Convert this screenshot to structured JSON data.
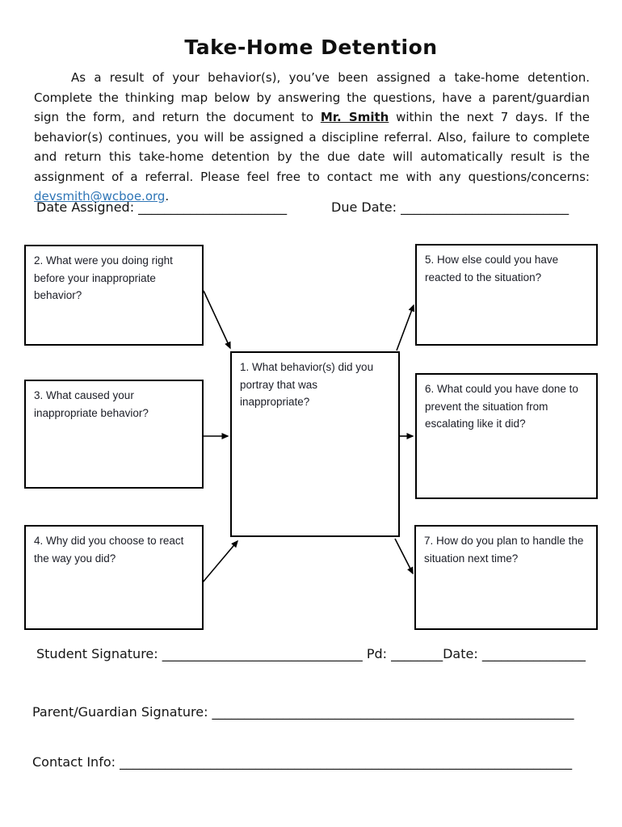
{
  "page": {
    "title": "Take-Home Detention"
  },
  "intro": {
    "p1": "As a result of your behavior(s), you’ve been assigned a take-home detention. Complete the thinking map below by answering the questions, have a parent/guardian sign the form, and return the document to ",
    "teacher_name": "Mr. Smith",
    "p2": " within the next 7 days. If the behavior(s) continues, you will be assigned a discipline referral. Also, failure to complete and return this take-home detention by the due date will automatically result is the assignment of a referral. Please feel free to contact me with any questions/concerns: ",
    "email": "devsmith@wcboe.org",
    "p3": "."
  },
  "fields": {
    "date_assigned_label": "Date Assigned: ",
    "date_assigned_blank": "_______________________",
    "due_date_label": "Due Date: ",
    "due_date_blank": "__________________________"
  },
  "diagram": {
    "boxes": [
      {
        "id": "q1",
        "text": "1. What behavior(s) did you portray that was inappropriate?"
      },
      {
        "id": "q2",
        "text": "2. What were you doing right before your inappropriate behavior?"
      },
      {
        "id": "q3",
        "text": "3. What caused your inappropriate behavior?"
      },
      {
        "id": "q4",
        "text": "4. Why did you choose to react the way you did?"
      },
      {
        "id": "q5",
        "text": "5. How else could you have reacted to the situation?"
      },
      {
        "id": "q6",
        "text": "6. What could you have done to prevent the situation from escalating like it did?"
      },
      {
        "id": "q7",
        "text": "7. How do you plan to handle the situation next time?"
      }
    ],
    "arrow_color": "#000000"
  },
  "signatures": {
    "student_label": "Student Signature: ",
    "student_blank": "_______________________________",
    "pd_label": " Pd: ",
    "pd_blank": "________",
    "date_label": "Date: ",
    "date_blank": "________________",
    "parent_label": "Parent/Guardian Signature: ",
    "parent_blank": "________________________________________________________",
    "contact_label": "Contact Info: ",
    "contact_blank": "______________________________________________________________________"
  },
  "colors": {
    "link": "#2e75b6",
    "body_text": "#141414",
    "box_text": "#1b1d26"
  }
}
